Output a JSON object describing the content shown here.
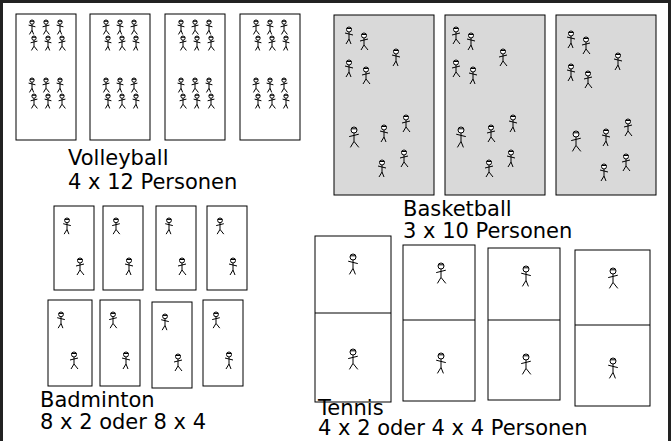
{
  "diagram": {
    "labels": [
      "Volleyball",
      "4 x 12 Personen",
      "Basketball",
      "3 x 10 Personen",
      "Badminton",
      "8 x 2 oder 8 x 4",
      "Tennis",
      "4 x 2 oder 4 x 4 Personen"
    ]
  }
}
